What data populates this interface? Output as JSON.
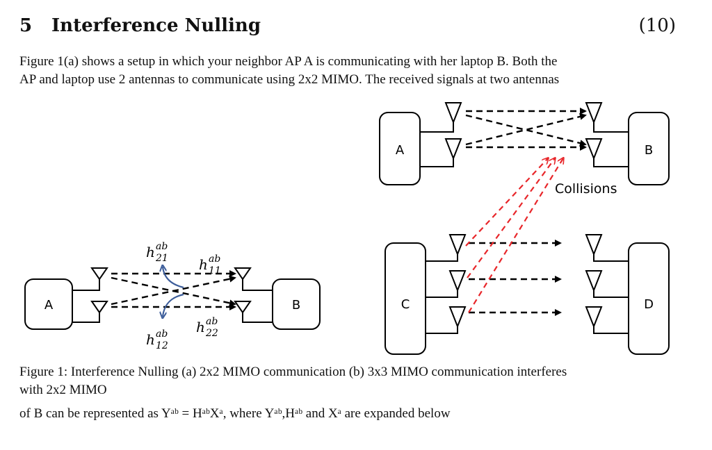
{
  "section": {
    "number": "5",
    "title": "Interference Nulling",
    "points": "(10)"
  },
  "paragraph1": {
    "line1": "Figure 1(a) shows a setup in which your neighbor AP A is communicating with her laptop B. Both the",
    "line2": "AP and laptop use 2 antennas to communicate using 2x2 MIMO. The received signals at two antennas"
  },
  "figure": {
    "panel_a": {
      "left_device": "A",
      "right_device": "B",
      "h21": {
        "base": "h",
        "sup": "ab",
        "sub": "21"
      },
      "h11": {
        "base": "h",
        "sup": "ab",
        "sub": "11"
      },
      "h22": {
        "base": "h",
        "sup": "ab",
        "sub": "22"
      },
      "h12": {
        "base": "h",
        "sup": "ab",
        "sub": "12"
      }
    },
    "panel_b": {
      "top_left_device": "A",
      "top_right_device": "B",
      "collision_label": "Collisions",
      "bottom_left_device": "C",
      "bottom_right_device": "D"
    },
    "collision_arrow_color": "#e8262a",
    "curved_arrow_color": "#3c5d9a"
  },
  "caption": {
    "line1": "Figure 1: Interference Nulling (a) 2x2 MIMO communication (b) 3x3 MIMO communication interferes",
    "line2": "with 2x2 MIMO"
  },
  "paragraph2": {
    "line": "of B can be represented as Yᵃᵇ = HᵃᵇXᵃ, where Yᵃᵇ,Hᵃᵇ and Xᵃ are expanded below"
  }
}
